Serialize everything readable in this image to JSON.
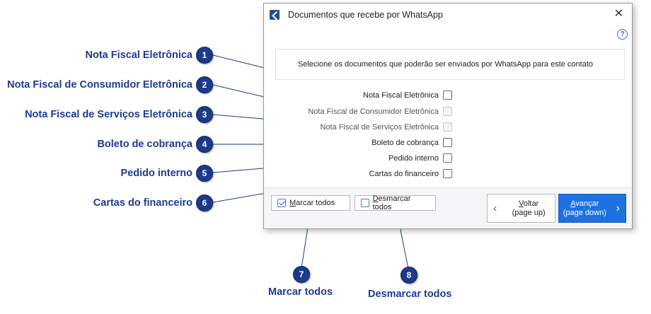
{
  "dialog": {
    "title": "Documentos que recebe por WhatsApp",
    "close_glyph": "✕",
    "help_glyph": "?",
    "info_text": "Selecione os documentos que poderão ser enviados por WhatsApp para este contato",
    "options": [
      {
        "label": "Nota Fiscal Eletrônica",
        "checked": false,
        "enabled": true
      },
      {
        "label": "Nota Fiscal de Consumidor Eletrônica",
        "checked": false,
        "enabled": false
      },
      {
        "label": "Nota Fiscal de Serviços Eletrônica",
        "checked": false,
        "enabled": false
      },
      {
        "label": "Boleto de cobrança",
        "checked": false,
        "enabled": true
      },
      {
        "label": "Pedido interno",
        "checked": false,
        "enabled": true
      },
      {
        "label": "Cartas do financeiro",
        "checked": false,
        "enabled": true
      }
    ],
    "footer": {
      "select_all": {
        "first": "M",
        "rest": "arcar todos"
      },
      "deselect_all": {
        "first": "D",
        "rest": "esmarcar todos"
      },
      "back": {
        "line1_first": "V",
        "line1_rest": "oltar",
        "line2": "(page up)"
      },
      "next": {
        "line1_first": "A",
        "line1_rest": "vançar",
        "line2": "(page down)"
      }
    }
  },
  "callouts": [
    {
      "number": "1",
      "label": "Nota Fiscal Eletrônica"
    },
    {
      "number": "2",
      "label": "Nota Fiscal de Consumidor Eletrônica"
    },
    {
      "number": "3",
      "label": "Nota Fiscal de Serviços Eletrônica"
    },
    {
      "number": "4",
      "label": "Boleto de cobrança"
    },
    {
      "number": "5",
      "label": "Pedido interno"
    },
    {
      "number": "6",
      "label": "Cartas do financeiro"
    },
    {
      "number": "7",
      "label": "Marcar todos"
    },
    {
      "number": "8",
      "label": "Desmarcar todos"
    }
  ],
  "colors": {
    "accent": "#1b3a8c",
    "label": "#1f3a93",
    "primary_button": "#1e72e0"
  }
}
